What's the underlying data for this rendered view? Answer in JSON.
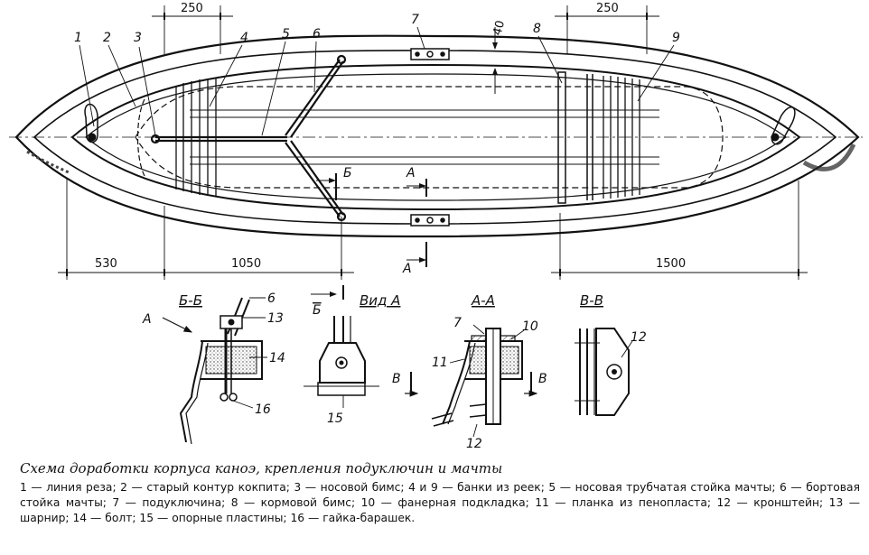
{
  "drawing": {
    "part_numbers": [
      "1",
      "2",
      "3",
      "4",
      "5",
      "6",
      "7",
      "8",
      "9",
      "10",
      "11",
      "12",
      "13",
      "14",
      "15",
      "16"
    ],
    "dims": {
      "d250_left": "250",
      "d250_right": "250",
      "d40": "40",
      "d530": "530",
      "d1050": "1050",
      "d1500": "1500"
    },
    "section_marks": {
      "b": "Б",
      "a": "А",
      "v": "В"
    },
    "views": {
      "bb": "Б-Б",
      "vid_a": "Вид А",
      "aa": "А-А",
      "vv": "В-В",
      "arrow_a": "А"
    }
  },
  "caption": {
    "title": "Схема доработки корпуса каноэ, крепления подуключин и мачты",
    "legend": "1 — линия реза; 2 — старый контур кокпита; 3 — носовой бимс; 4 и 9 — банки из реек; 5 — носовая трубчатая стойка мачты; 6 — бортовая стойка мачты; 7 — подуключина; 8 — кормовой бимс; 10 — фанерная подкладка; 11 — планка из пенопласта; 12 — кронштейн; 13 — шарнир; 14 — болт; 15 — опорные пластины; 16 — гайка-барашек."
  }
}
